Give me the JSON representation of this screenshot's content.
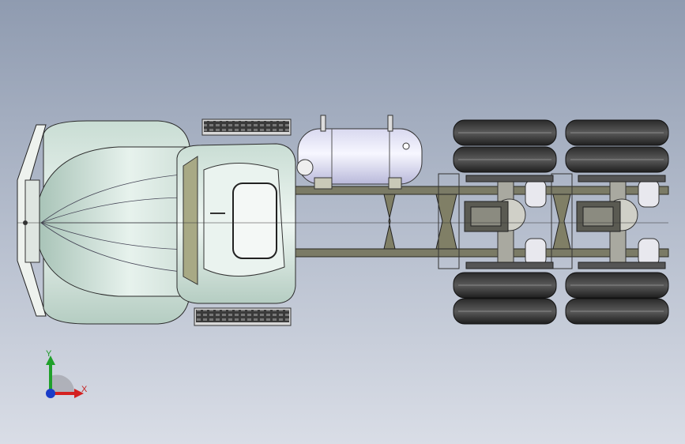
{
  "viewport": {
    "view": "top",
    "background_gradient": [
      "#8f9bb0",
      "#b8c0cf",
      "#d9dde6"
    ]
  },
  "model": {
    "type": "truck-chassis-assembly",
    "components": [
      "front-bumper",
      "engine-hood",
      "cab",
      "cab-steps",
      "fuel-tank",
      "chassis-frame",
      "rear-drive-axles",
      "dual-wheels"
    ]
  },
  "triad": {
    "x_label": "X",
    "y_label": "Y",
    "x_color": "#d42020",
    "y_color": "#1fa02a",
    "z_color": "#1a3cc8"
  }
}
